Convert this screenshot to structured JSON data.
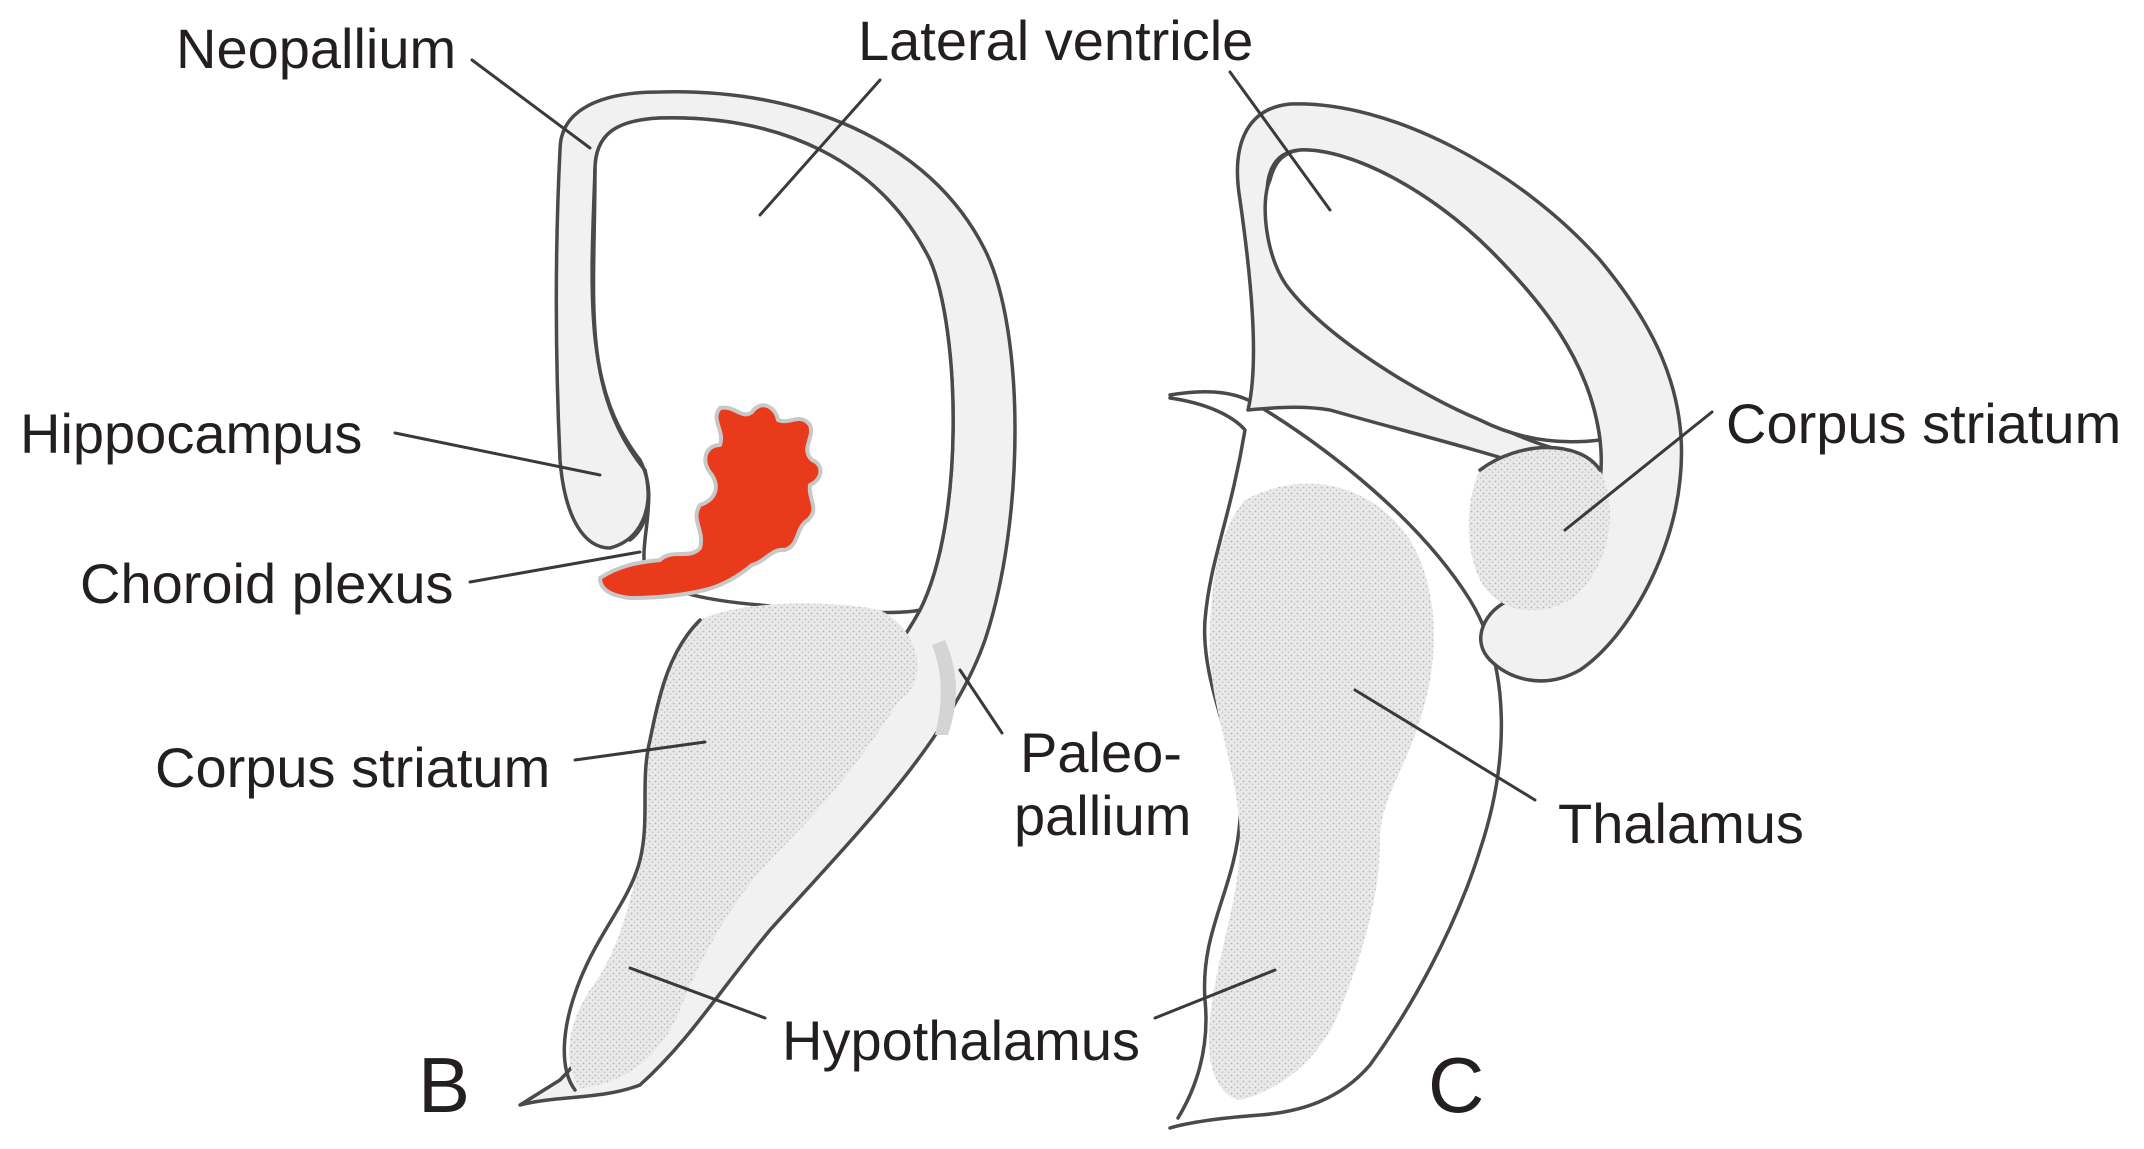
{
  "labels": {
    "neopallium": "Neopallium",
    "lateral_ventricle": "Lateral ventricle",
    "hippocampus": "Hippocampus",
    "choroid_plexus": "Choroid plexus",
    "corpus_striatum_b": "Corpus striatum",
    "paleopallium_line1": "Paleo-",
    "paleopallium_line2": "pallium",
    "hypothalamus": "Hypothalamus",
    "panel_b": "B",
    "corpus_striatum_c": "Corpus striatum",
    "thalamus": "Thalamus",
    "panel_c": "C"
  },
  "colors": {
    "choroid_plexus": "#ea3a1c",
    "outline": "#4a4a4a",
    "stipple": "#d9d9d9"
  }
}
